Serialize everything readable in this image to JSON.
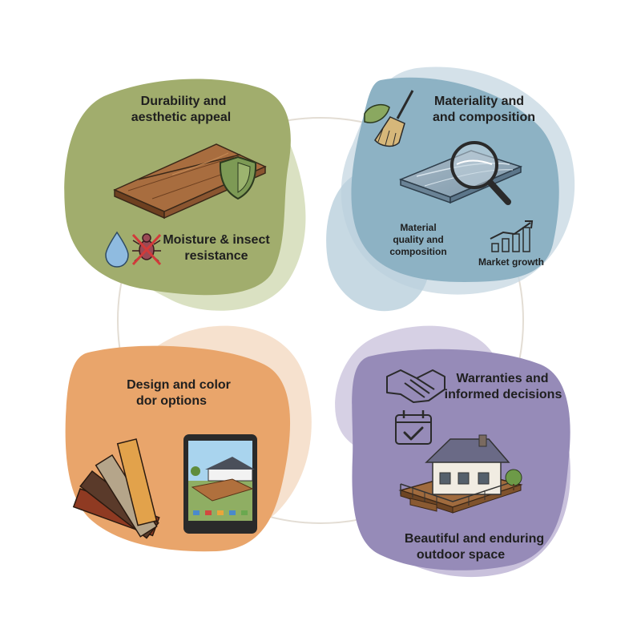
{
  "quadrants": {
    "durability": {
      "title_line1": "Durability and",
      "title_line2": "aesthetic appeal",
      "sub_line1": "Moisture & insect",
      "sub_line2": "resistance",
      "color": "#a1ad6d"
    },
    "materiality": {
      "title_line1": "Materiality and",
      "title_line2": "and composition",
      "sub_left_line1": "Material",
      "sub_left_line2": "quality and",
      "sub_left_line3": "composition",
      "sub_right": "Market growth",
      "color": "#8db2c4"
    },
    "design": {
      "title_line1": "Design and color",
      "title_line2": "dor options",
      "color": "#e9a56b"
    },
    "warranties": {
      "title_line1": "Warranties and",
      "title_line2": "informed decisions",
      "sub_line1": "Beautiful and enduring",
      "sub_line2": "outdoor space",
      "color": "#968bb8"
    }
  }
}
